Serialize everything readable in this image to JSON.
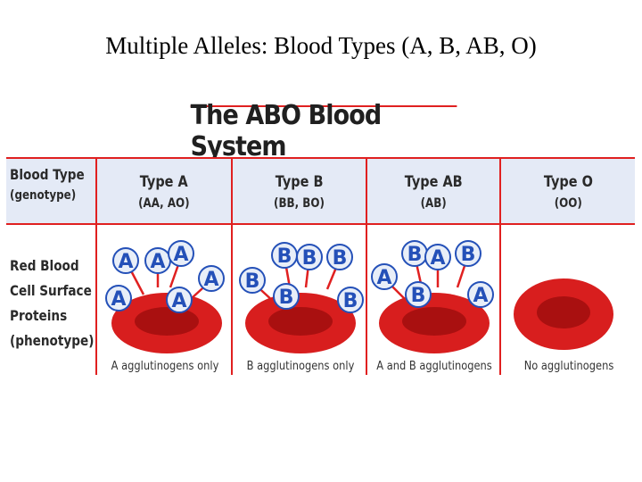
{
  "slide_title": "Multiple Alleles: Blood Types (A, B, AB, O)",
  "figure": {
    "title": "The ABO Blood System",
    "row_labels": {
      "blood_type": "Blood Type",
      "genotype": "(genotype)",
      "rbc_line1": "Red Blood",
      "rbc_line2": "Cell Surface",
      "rbc_line3": "Proteins",
      "phenotype": "(phenotype)"
    },
    "columns": [
      {
        "type": "Type A",
        "genotype": "(AA, AO)",
        "caption": "A agglutinogens only",
        "antigens": [
          "A"
        ]
      },
      {
        "type": "Type B",
        "genotype": "(BB, BO)",
        "caption": "B agglutinogens only",
        "antigens": [
          "B"
        ]
      },
      {
        "type": "Type AB",
        "genotype": "(AB)",
        "caption": "A and B agglutinogens",
        "antigens": [
          "A",
          "B"
        ]
      },
      {
        "type": "Type O",
        "genotype": "(OO)",
        "caption": "No agglutinogens",
        "antigens": []
      }
    ],
    "colors": {
      "grid_line": "#e02020",
      "header_band": "#e4eaf6",
      "cell_red": "#d81e1e",
      "antigen_blue": "#2450b8"
    }
  }
}
